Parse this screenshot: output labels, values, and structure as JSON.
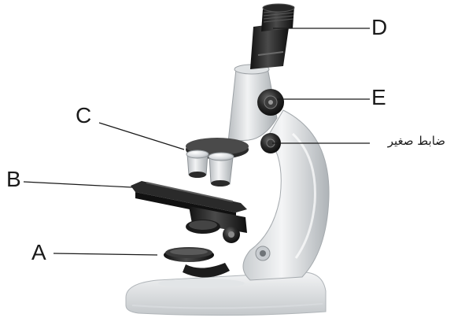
{
  "labels": {
    "a": "A",
    "b": "B",
    "c": "C",
    "d": "D",
    "e": "E",
    "fine_adjust": "ضابط صغير"
  },
  "icons": [
    "microscope-illustration"
  ],
  "colors": {
    "body_light": "#e9ebec",
    "body_shadow": "#b8bcc0",
    "dark_parts": "#2b2b2b",
    "leader_line": "#1a1a1a"
  }
}
